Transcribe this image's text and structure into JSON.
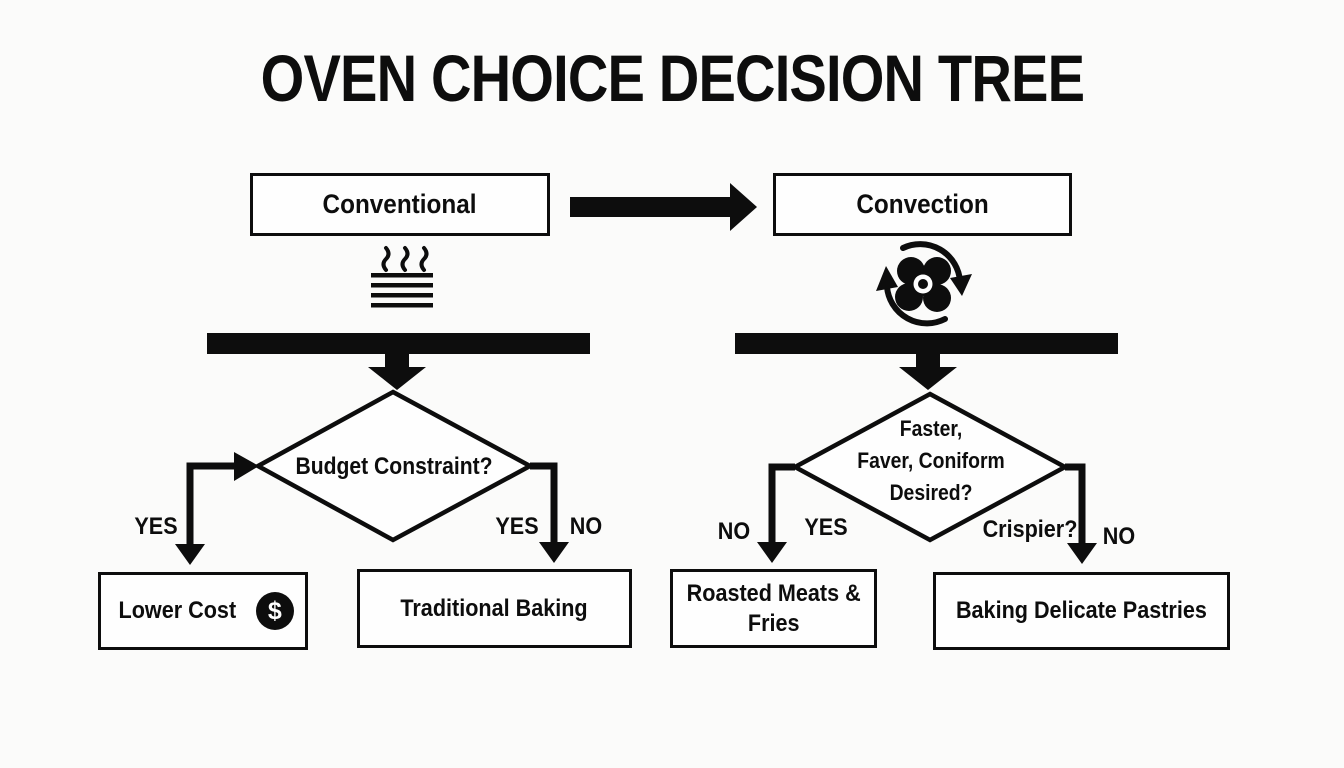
{
  "title": "OVEN CHOICE DECISION TREE",
  "colors": {
    "ink": "#0d0d0d",
    "background": "#fbfbfa"
  },
  "conventional": {
    "label": "Conventional",
    "icon": "heat-waves",
    "question": "Budget Constraint?",
    "left_branch_label": "YES",
    "right_branch_yes_label": "YES",
    "right_branch_no_label": "NO",
    "outcome_lower_cost": "Lower Cost",
    "dollar_symbol": "$",
    "outcome_traditional": "Traditional Baking"
  },
  "convection": {
    "label": "Convection",
    "icon": "fan",
    "question_line1": "Faster,",
    "question_line2": "Faver, Coniform",
    "question_line3": "Desired?",
    "left_branch_no_label": "NO",
    "left_branch_yes_label": "YES",
    "right_branch_crispier_label": "Crispier?",
    "right_branch_no_label": "NO",
    "outcome_roasted_line1": "Roasted Meats &",
    "outcome_roasted_line2": "Fries",
    "outcome_pastries": "Baking Delicate Pastries"
  }
}
